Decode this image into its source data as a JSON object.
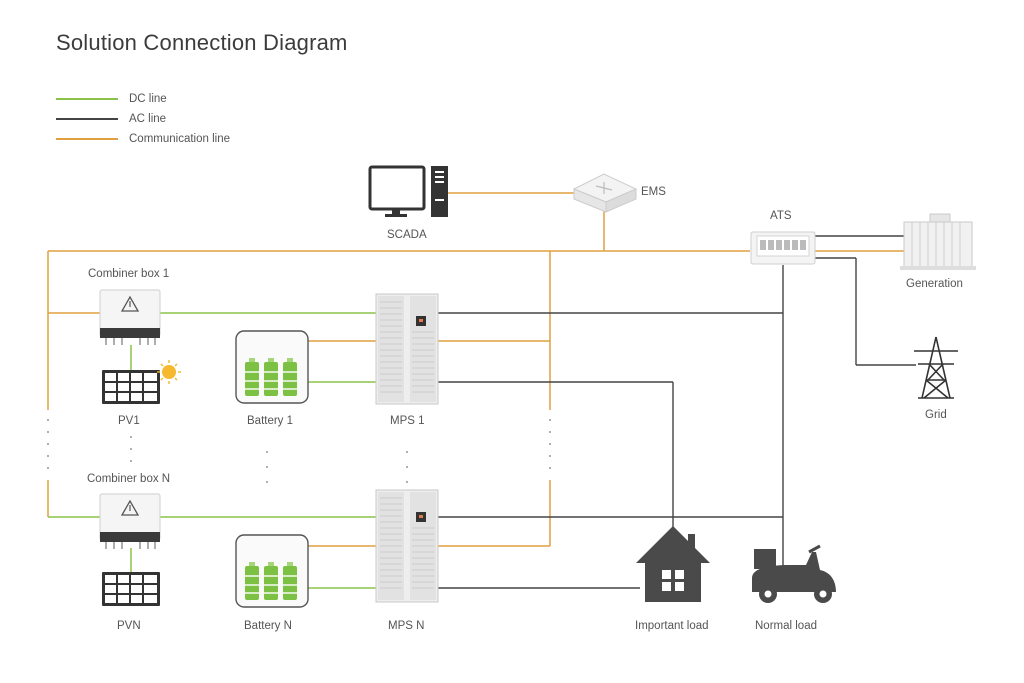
{
  "title": "Solution Connection Diagram",
  "legend": [
    {
      "label": "DC line",
      "color": "#8bc34a"
    },
    {
      "label": "AC line",
      "color": "#444444"
    },
    {
      "label": "Communication line",
      "color": "#e0a040"
    }
  ],
  "labels": {
    "scada": "SCADA",
    "ems": "EMS",
    "ats": "ATS",
    "generation": "Generation",
    "grid": "Grid",
    "combiner_box_1": "Combiner box 1",
    "combiner_box_n": "Combiner box N",
    "pv1": "PV1",
    "pvn": "PVN",
    "battery_1": "Battery 1",
    "battery_n": "Battery N",
    "mps_1": "MPS 1",
    "mps_n": "MPS N",
    "important_load": "Important load",
    "normal_load": "Normal load"
  },
  "colors": {
    "dc": "#8bc34a",
    "ac": "#444444",
    "comm": "#e0a040"
  }
}
